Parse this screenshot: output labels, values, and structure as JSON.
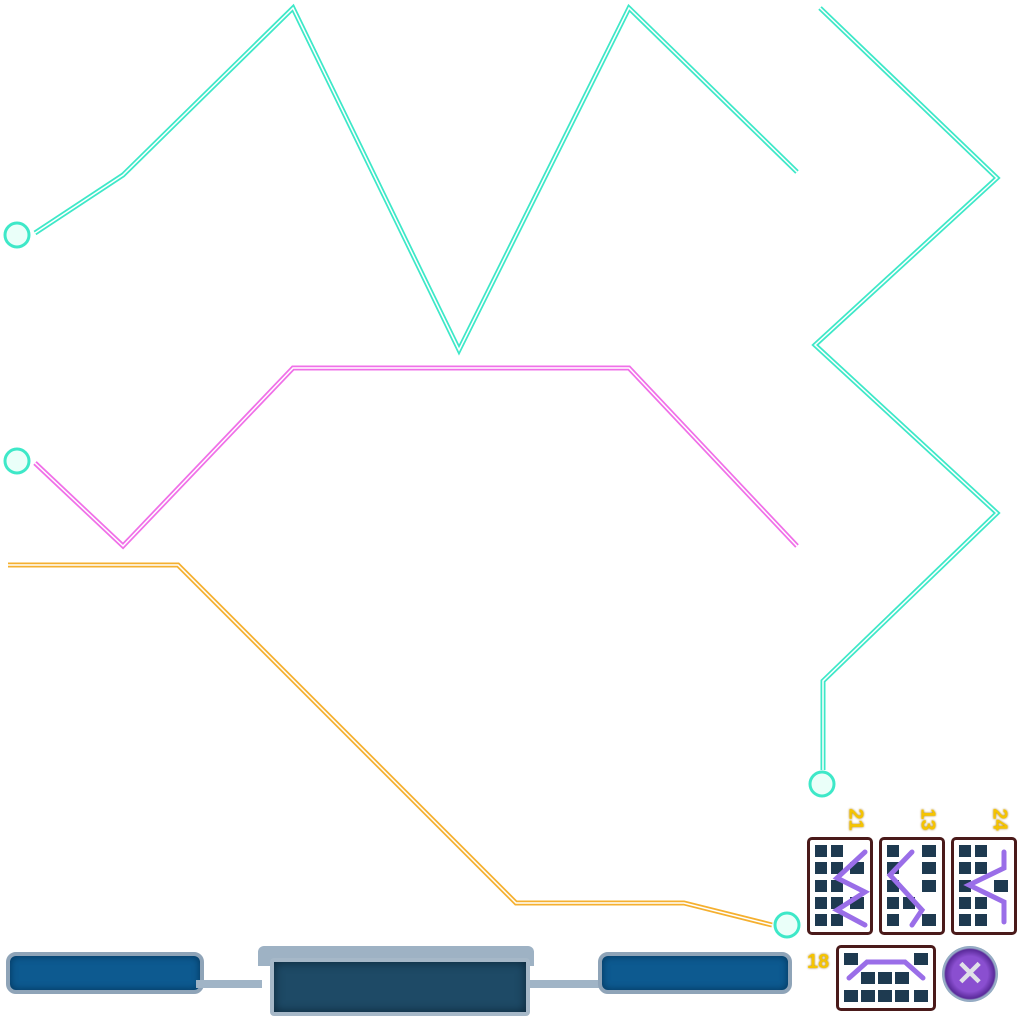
{
  "paylines": [
    {
      "id": "line-cyan-a",
      "color": "#3ee8c8"
    },
    {
      "id": "line-pink",
      "color": "#f070e8"
    },
    {
      "id": "line-orange",
      "color": "#f5b030"
    },
    {
      "id": "line-cyan-b",
      "color": "#3ee8c8"
    }
  ],
  "payline_cards": [
    {
      "number": "21"
    },
    {
      "number": "13"
    },
    {
      "number": "24"
    },
    {
      "number": "18"
    }
  ],
  "close_button": {
    "icon": "close-icon",
    "label": "✕"
  },
  "colors": {
    "cell": "#1e3a50",
    "pattern": "#9a6ee8",
    "card_border": "#4a1a1a",
    "number": "#f5c400"
  }
}
